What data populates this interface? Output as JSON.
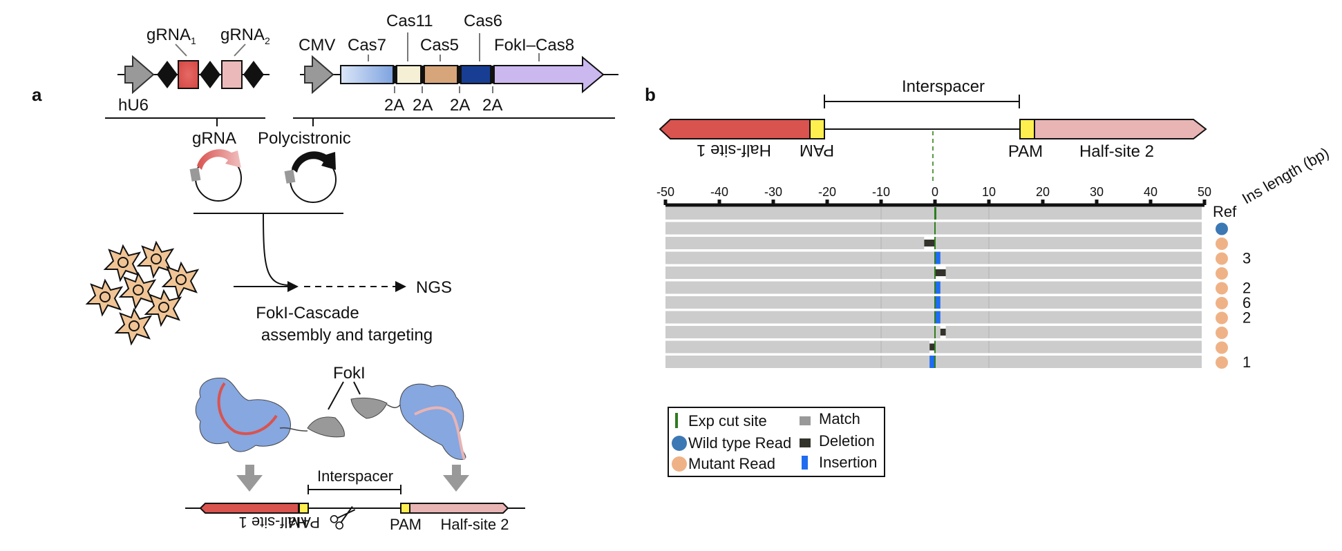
{
  "panel_a": {
    "label": "a",
    "gRNA_construct": {
      "promoter": "hU6",
      "gRNA1": "gRNA",
      "gRNA1_sub": "1",
      "gRNA2": "gRNA",
      "gRNA2_sub": "2"
    },
    "protein_construct": {
      "promoter": "CMV",
      "genes": [
        "Cas7",
        "Cas11",
        "Cas5",
        "Cas6",
        "FokI–Cas8"
      ],
      "linkers": [
        "2A",
        "2A",
        "2A",
        "2A"
      ]
    },
    "plasmids": [
      "gRNA",
      "Polycistronic"
    ],
    "workflow": {
      "step": "FokI-Cascade",
      "step_line2": "assembly and targeting",
      "readout": "NGS"
    },
    "complex_label": "FokI",
    "target": {
      "interspacer": "Interspacer",
      "half_site_1": "Half-site 1",
      "pam_1": "PAM",
      "pam_2": "PAM",
      "half_site_2": "Half-site 2"
    }
  },
  "panel_b": {
    "label": "b",
    "target": {
      "interspacer": "Interspacer",
      "half_site_1": "Half-site 1",
      "pam_1": "PAM",
      "pam_2": "PAM",
      "half_site_2": "Half-site 2"
    },
    "axis": {
      "ticks": [
        "-50",
        "-40",
        "-30",
        "-20",
        "-10",
        "0",
        "10",
        "20",
        "30",
        "40",
        "50"
      ],
      "range": [
        -50,
        50
      ]
    },
    "ref_label": "Ref",
    "ins_header": "Ins length (bp)",
    "reads": [
      {
        "type": "wild_type",
        "ins_length": "",
        "events": []
      },
      {
        "type": "mutant",
        "ins_length": "",
        "events": [
          {
            "kind": "deletion",
            "start": -2,
            "end": 0
          }
        ]
      },
      {
        "type": "mutant",
        "ins_length": "3",
        "events": [
          {
            "kind": "insertion",
            "start": 0,
            "end": 1
          }
        ]
      },
      {
        "type": "mutant",
        "ins_length": "",
        "events": [
          {
            "kind": "deletion",
            "start": 0,
            "end": 2
          }
        ]
      },
      {
        "type": "mutant",
        "ins_length": "2",
        "events": [
          {
            "kind": "insertion",
            "start": 0,
            "end": 1
          }
        ]
      },
      {
        "type": "mutant",
        "ins_length": "6",
        "events": [
          {
            "kind": "insertion",
            "start": 0,
            "end": 1
          }
        ]
      },
      {
        "type": "mutant",
        "ins_length": "2",
        "events": [
          {
            "kind": "insertion",
            "start": 0,
            "end": 1
          }
        ]
      },
      {
        "type": "mutant",
        "ins_length": "",
        "events": [
          {
            "kind": "deletion",
            "start": 1,
            "end": 2
          }
        ]
      },
      {
        "type": "mutant",
        "ins_length": "",
        "events": [
          {
            "kind": "deletion",
            "start": -1,
            "end": 0
          }
        ]
      },
      {
        "type": "mutant",
        "ins_length": "1",
        "events": [
          {
            "kind": "insertion",
            "start": -1,
            "end": 0
          }
        ]
      }
    ],
    "legend": {
      "cut_site": "Exp cut site",
      "wild_type": "Wild type Read",
      "mutant": "Mutant Read",
      "match": "Match",
      "deletion": "Deletion",
      "insertion": "Insertion"
    },
    "colors": {
      "match": "#cccccc",
      "deletion": "#33332b",
      "insertion": "#1f6cf0",
      "cut_site": "#2e7d1e",
      "wild_type": "#3c78b4",
      "mutant": "#efb286",
      "half_site_1": "#d9534f",
      "half_site_2": "#e8b4b4",
      "pam": "#fff04f"
    }
  }
}
